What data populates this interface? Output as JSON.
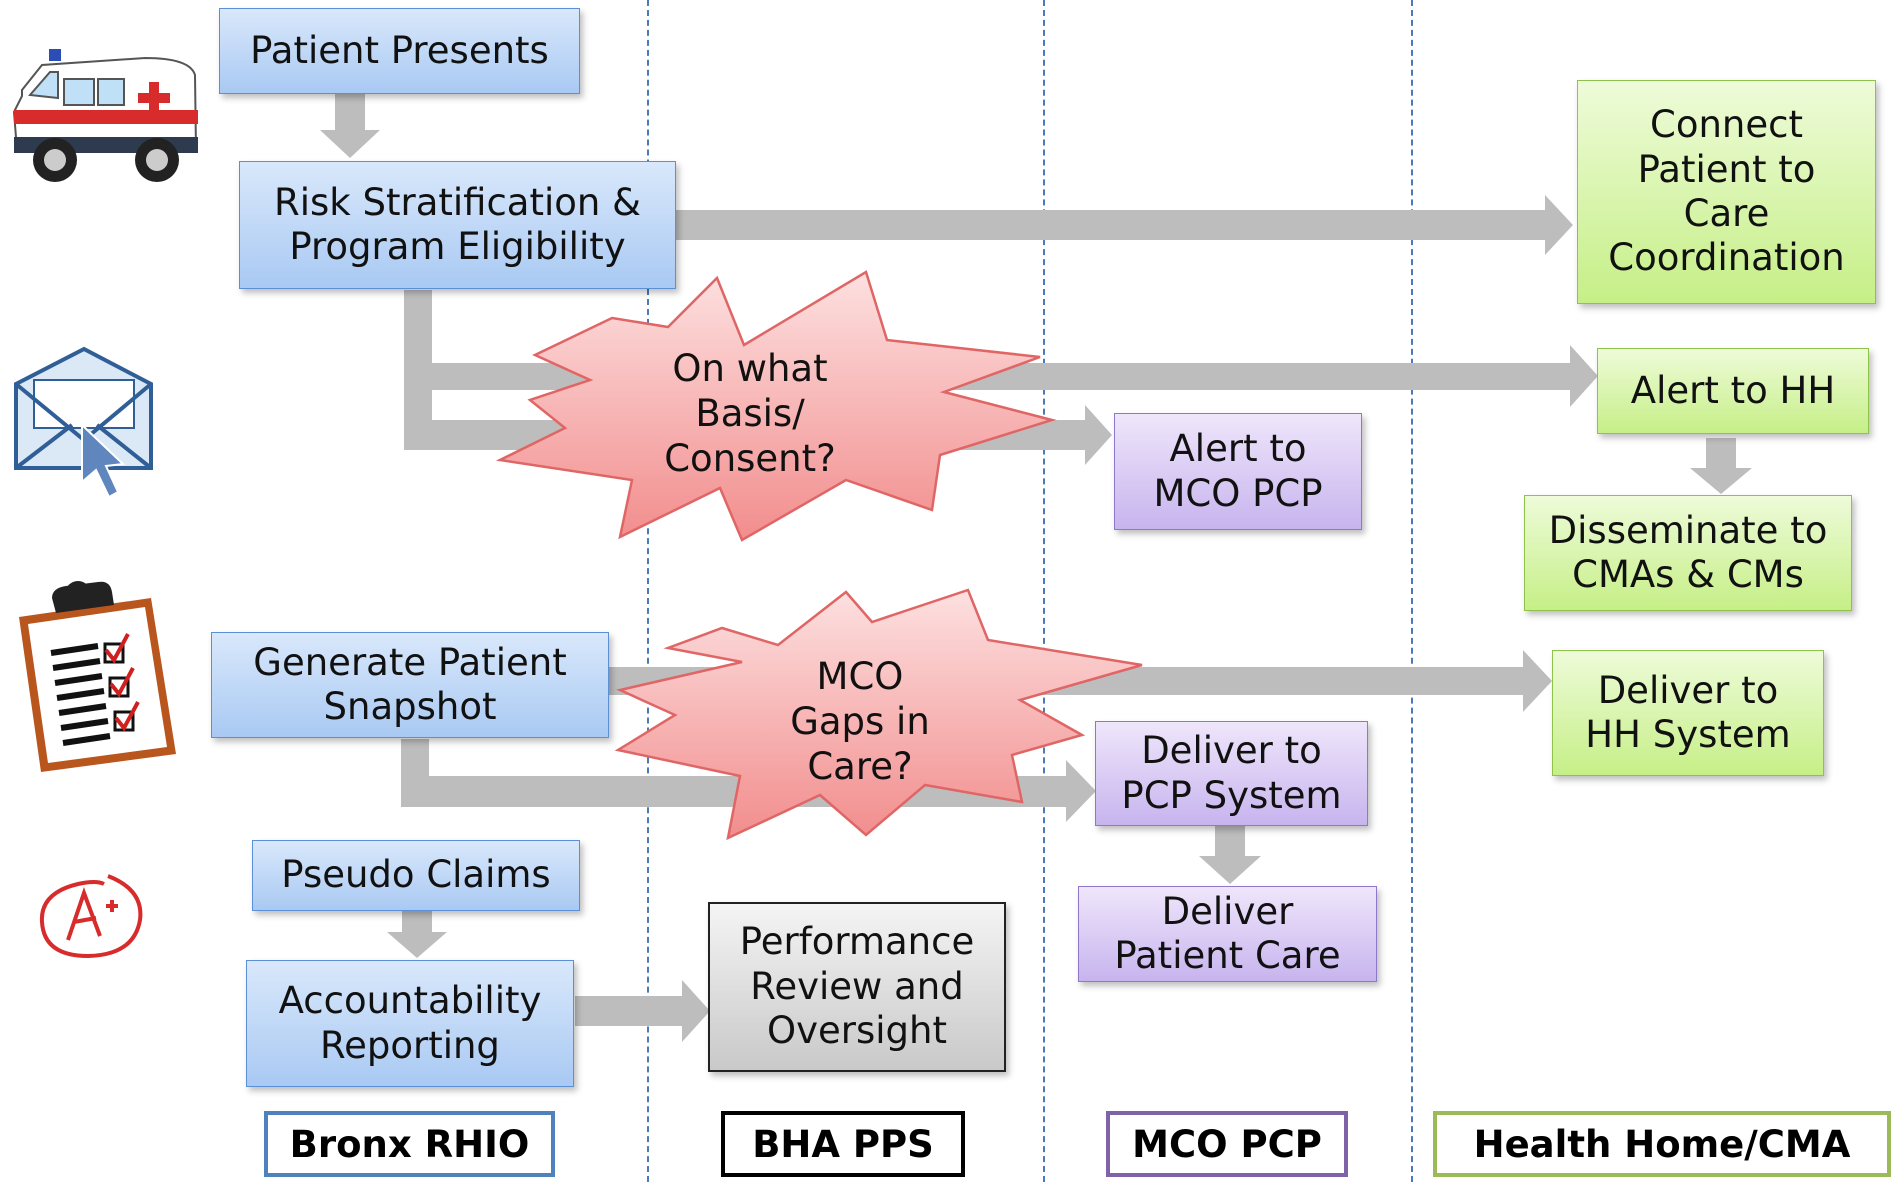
{
  "flow_steps": {
    "patient_presents": "Patient Presents",
    "risk_stratification": "Risk Stratification &\nProgram Eligibility",
    "connect_patient": "Connect\nPatient to\nCare\nCoordination",
    "alert_hh": "Alert to HH",
    "alert_mco_pcp": "Alert to\nMCO PCP",
    "disseminate": "Disseminate to\nCMAs & CMs",
    "generate_snapshot": "Generate Patient\nSnapshot",
    "deliver_hh_system": "Deliver to\nHH System",
    "deliver_pcp_system": "Deliver to\nPCP System",
    "deliver_patient_care": "Deliver\nPatient Care",
    "pseudo_claims": "Pseudo Claims",
    "accountability_reporting": "Accountability\nReporting",
    "performance_review": "Performance\nReview and\nOversight"
  },
  "callouts": {
    "consent_question": "On what\nBasis/\nConsent?",
    "gaps_question": "MCO\nGaps in\nCare?"
  },
  "lanes": {
    "bronx_rhio": "Bronx RHIO",
    "bha_pps": "BHA PPS",
    "mco_pcp": "MCO PCP",
    "health_home": "Health Home/CMA"
  },
  "icons": [
    "ambulance-icon",
    "envelope-cursor-icon",
    "clipboard-checklist-icon",
    "grade-a-plus-icon"
  ],
  "colors": {
    "blue_box": "#a9c9f3",
    "green_box": "#c6ef87",
    "purple_box": "#c7b4ee",
    "gray_box": "#c9c9c9",
    "arrow": "#bdbdbd",
    "callout": "#f7a9a9",
    "lane_rhio": "#4f81bd",
    "lane_pps": "#000000",
    "lane_mco": "#7f62a8",
    "lane_hh": "#9bbb59"
  }
}
